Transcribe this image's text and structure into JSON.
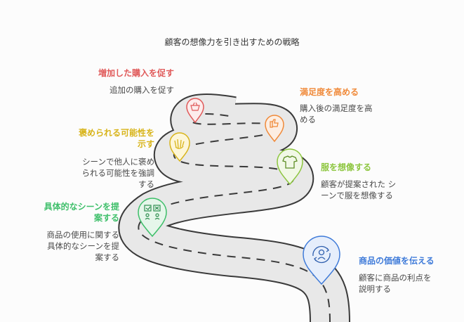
{
  "title": "顧客の想像力を引き出すための戦略",
  "colors": {
    "red": "#e05a5a",
    "orange": "#f08a3a",
    "yellow": "#d8b41a",
    "lime": "#8dc63f",
    "green": "#3ebf6a",
    "blue": "#3f7bd9",
    "road": "#e6e6e6",
    "road_edge": "#3a3a3a"
  },
  "steps": [
    {
      "id": "increase",
      "icon": "shopping-basket-icon",
      "color": "red",
      "heading": "増加した購入を促す",
      "desc": [
        "追加の購入を促す"
      ]
    },
    {
      "id": "satisfaction",
      "icon": "thumbs-up-icon",
      "color": "orange",
      "heading": "満足度を高める",
      "desc": [
        "購入後の満足度を高",
        "める"
      ]
    },
    {
      "id": "praise",
      "icon": "clap-hands-icon",
      "color": "yellow",
      "heading": [
        "褒められる可能性を",
        "示す"
      ],
      "desc": [
        "シーンで他人に褒め",
        "られる可能性を強調",
        "する"
      ]
    },
    {
      "id": "imagine",
      "icon": "shirt-icon",
      "color": "lime",
      "heading": "服を想像する",
      "desc": [
        "顧客が提案された シ",
        "ーンで服を想像する"
      ]
    },
    {
      "id": "scene",
      "icon": "scene-board-icon",
      "color": "green",
      "heading": [
        "具体的なシーンを提",
        "案する"
      ],
      "desc": [
        "商品の使用に関する",
        "具体的なシーンを提",
        "案する"
      ]
    },
    {
      "id": "value",
      "icon": "customer-cycle-icon",
      "color": "blue",
      "heading": "商品の価値を伝える",
      "desc": [
        "顧客に商品の利点を",
        "説明する"
      ]
    }
  ]
}
